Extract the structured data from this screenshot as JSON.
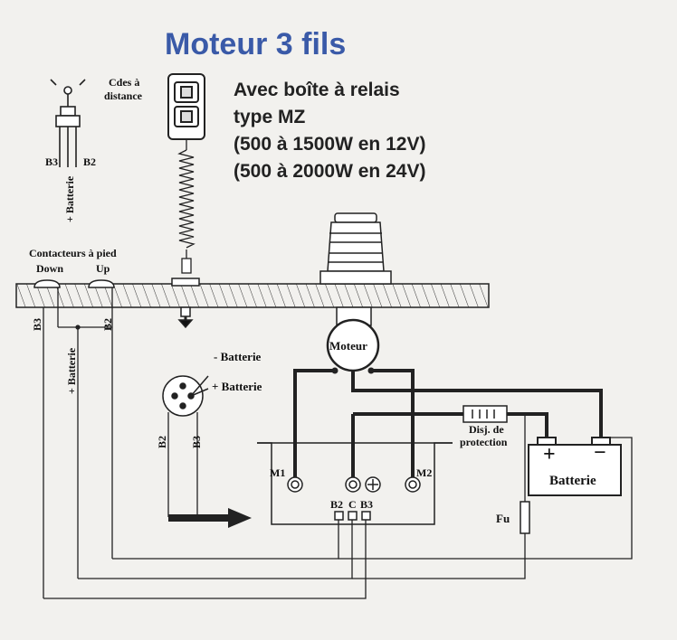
{
  "title": "Moteur 3 fils",
  "subtitle_lines": [
    "Avec boîte à relais",
    "type MZ",
    "(500 à 1500W en 12V)",
    "(500 à 2000W en 24V)"
  ],
  "labels": {
    "remote": "Cdes à\ndistance",
    "remote_line1": "Cdes à",
    "remote_line2": "distance",
    "toggle_b3": "B3",
    "toggle_b2": "B2",
    "toggle_batt": "+ Batterie",
    "foot_switches": "Contacteurs à pied",
    "down": "Down",
    "up": "Up",
    "foot_b3": "B3",
    "foot_b2": "B2",
    "foot_batt": "+ Batterie",
    "neg_batt": "- Batterie",
    "pos_batt": "+ Batterie",
    "plug_b2": "B2",
    "plug_b3": "B3",
    "motor": "Moteur",
    "m1": "M1",
    "m2": "M2",
    "relay_b2": "B2",
    "relay_c": "C",
    "relay_b3": "B3",
    "breaker_line1": "Disj. de",
    "breaker_line2": "protection",
    "battery": "Batterie",
    "battery_plus": "+",
    "battery_minus": "−",
    "fuse": "Fu"
  }
}
